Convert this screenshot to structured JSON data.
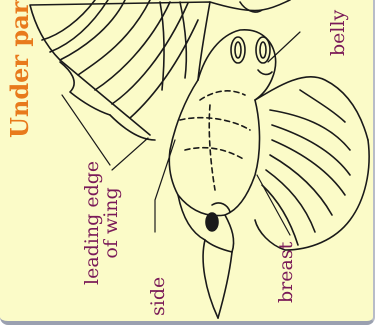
{
  "title": "Under parts",
  "labels": {
    "belly": "belly",
    "breast": "breast",
    "side": "side",
    "leading_edge_line1": "leading edge",
    "leading_edge_line2": "of wing"
  },
  "colors": {
    "background": "#fbfbc8",
    "title": "#e87a1c",
    "label": "#7a1a58",
    "drawing": "#1a1a1a"
  }
}
